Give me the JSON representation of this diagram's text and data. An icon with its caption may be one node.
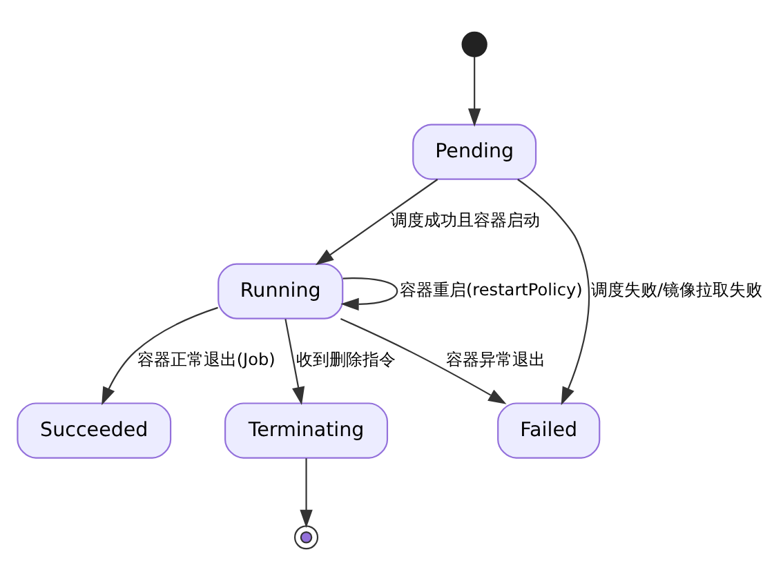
{
  "diagram": {
    "nodes": [
      {
        "text": [],
        "shape": "circle"
      },
      {
        "text": [
          "Pending"
        ]
      },
      {
        "text": [
          "Running"
        ]
      },
      {
        "text": [
          "Failed"
        ]
      },
      {
        "text": [
          "Succeeded"
        ]
      },
      {
        "text": [
          "Terminating"
        ]
      },
      {
        "text": [],
        "shape": "circle"
      }
    ],
    "edges": [
      {
        "from": 0,
        "to": 1,
        "arrow": "to"
      },
      {
        "from": 1,
        "to": 3,
        "arrow": "to",
        "label": "调度失败/镜像拉取失败"
      },
      {
        "from": 1,
        "to": 2,
        "arrow": "to",
        "label": "调度成功且容器启动"
      },
      {
        "from": 2,
        "to": 2,
        "arrow": "to",
        "label": "容器重启(restartPolicy)"
      },
      {
        "from": 2,
        "to": 3,
        "arrow": "to",
        "label": "容器异常退出"
      },
      {
        "from": 2,
        "to": 4,
        "arrow": "to",
        "label": "容器正常退出(Job)"
      },
      {
        "from": 2,
        "to": 5,
        "arrow": "to",
        "label": "收到删除指令"
      },
      {
        "from": 5,
        "to": 6,
        "arrow": "to"
      }
    ]
  }
}
